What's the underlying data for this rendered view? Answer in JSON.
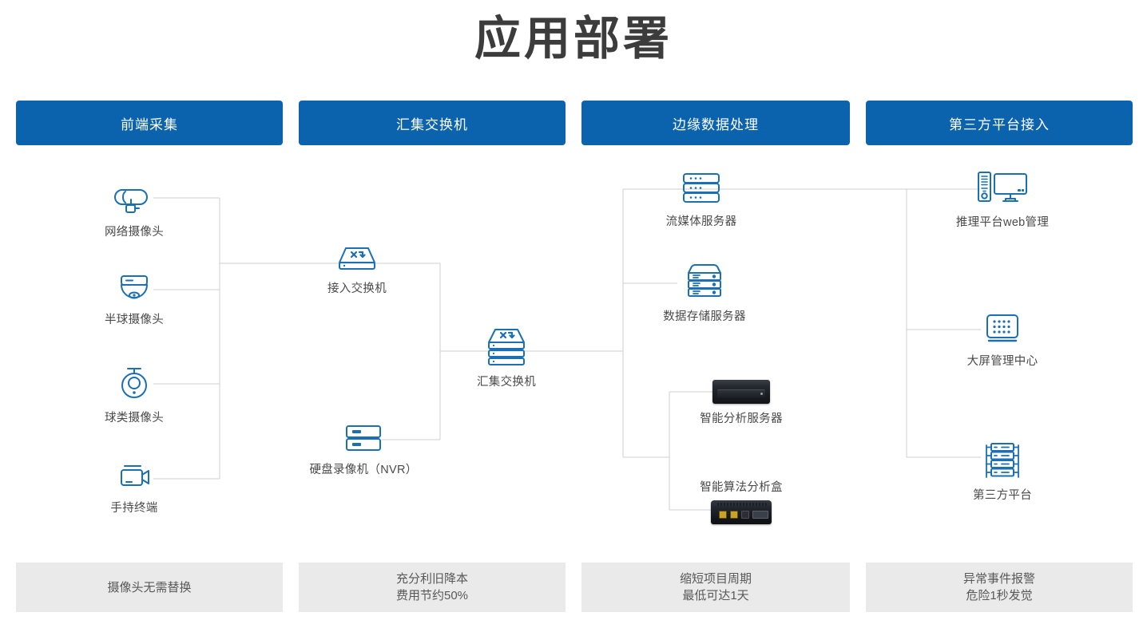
{
  "page": {
    "title": "应用部署",
    "accent_color": "#0b63ae",
    "wire_color": "#cfcfcf",
    "icon_color": "#1a6fb5",
    "footer_bg": "#eaeaea"
  },
  "columns": [
    {
      "header": "前端采集",
      "footer_lines": [
        "摄像头无需替换"
      ]
    },
    {
      "header": "汇集交换机",
      "footer_lines": [
        "充分利旧降本",
        "费用节约50%"
      ]
    },
    {
      "header": "边缘数据处理",
      "footer_lines": [
        "缩短项目周期",
        "最低可达1天"
      ]
    },
    {
      "header": "第三方平台接入",
      "footer_lines": [
        "异常事件报警",
        "危险1秒发觉"
      ]
    }
  ],
  "nodes": {
    "ip_camera": {
      "label": "网络摄像头",
      "icon": "bullet-camera-icon"
    },
    "dome_camera": {
      "label": "半球摄像头",
      "icon": "dome-camera-icon"
    },
    "ptz_camera": {
      "label": "球类摄像头",
      "icon": "ptz-camera-icon"
    },
    "handheld": {
      "label": "手持终端",
      "icon": "handheld-camcorder-icon"
    },
    "access_switch": {
      "label": "接入交换机",
      "icon": "switch-icon"
    },
    "nvr": {
      "label": "硬盘录像机（NVR）",
      "icon": "nvr-icon"
    },
    "agg_switch": {
      "label": "汇集交换机",
      "icon": "stacked-switch-icon"
    },
    "stream_server": {
      "label": "流媒体服务器",
      "icon": "rack-server-icon"
    },
    "storage_server": {
      "label": "数据存储服务器",
      "icon": "storage-server-icon"
    },
    "analysis_server": {
      "label": "智能分析服务器",
      "icon": "analysis-server-photo"
    },
    "algorithm_box": {
      "label": "智能算法分析盒",
      "icon": "algorithm-box-photo"
    },
    "web_platform": {
      "label": "推理平台web管理",
      "icon": "desktop-pc-icon"
    },
    "video_wall": {
      "label": "大屏管理中心",
      "icon": "video-wall-icon"
    },
    "third_party": {
      "label": "第三方平台",
      "icon": "server-cluster-icon"
    }
  }
}
